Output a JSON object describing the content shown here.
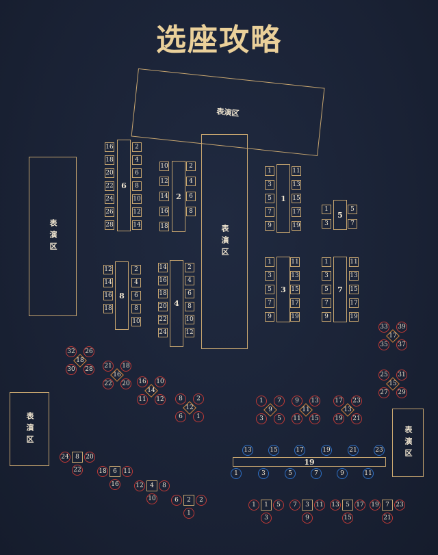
{
  "title": "选座攻略",
  "colors": {
    "background": "#1a2235",
    "gold": "#c9a770",
    "title": "#ead09a",
    "red_ring": "#c23a36",
    "blue_ring": "#2f72c8",
    "diamond": "#d8883a"
  },
  "stages": [
    {
      "label": "表演区"
    },
    {
      "label": "表演区"
    },
    {
      "label": "表演区"
    },
    {
      "label": "表演区"
    },
    {
      "label": "表演区"
    }
  ],
  "long_tables": [
    {
      "label": "6",
      "left": [
        "16",
        "18",
        "20",
        "22",
        "24",
        "26",
        "28"
      ],
      "right": [
        "2",
        "4",
        "6",
        "8",
        "10",
        "12",
        "14"
      ]
    },
    {
      "label": "2",
      "left": [
        "10",
        "12",
        "14",
        "16",
        "18"
      ],
      "right": [
        "2",
        "4",
        "6",
        "8"
      ]
    },
    {
      "label": "8",
      "left": [
        "12",
        "14",
        "16",
        "18"
      ],
      "right": [
        "2",
        "4",
        "6",
        "8",
        "10"
      ]
    },
    {
      "label": "4",
      "left": [
        "14",
        "16",
        "18",
        "20",
        "22",
        "24"
      ],
      "right": [
        "2",
        "4",
        "6",
        "8",
        "10",
        "12"
      ]
    },
    {
      "label": "1",
      "left": [
        "1",
        "3",
        "5",
        "7",
        "9"
      ],
      "right": [
        "11",
        "13",
        "15",
        "17",
        "19"
      ]
    },
    {
      "label": "5",
      "left": [
        "1",
        "3"
      ],
      "right": [
        "5",
        "7"
      ]
    },
    {
      "label": "3",
      "left": [
        "1",
        "3",
        "5",
        "7",
        "9"
      ],
      "right": [
        "11",
        "13",
        "15",
        "17",
        "19"
      ]
    },
    {
      "label": "7",
      "left": [
        "1",
        "3",
        "5",
        "7",
        "9"
      ],
      "right": [
        "11",
        "13",
        "15",
        "17",
        "19"
      ]
    }
  ],
  "diamond_tables": [
    {
      "label": "18",
      "tl": "32",
      "tr": "26",
      "bl": "30",
      "br": "28"
    },
    {
      "label": "16",
      "tl": "21",
      "tr": "18",
      "bl": "22",
      "br": "20"
    },
    {
      "label": "14",
      "tl": "16",
      "tr": "10",
      "bl": "11",
      "br": "12"
    },
    {
      "label": "12",
      "tl": "8",
      "tr": "2",
      "bl": "6",
      "br": "1"
    },
    {
      "label": "17",
      "tl": "33",
      "tr": "39",
      "bl": "35",
      "br": "37"
    },
    {
      "label": "15",
      "tl": "25",
      "tr": "31",
      "bl": "27",
      "br": "29"
    },
    {
      "label": "9",
      "tl": "1",
      "tr": "7",
      "bl": "3",
      "br": "5"
    },
    {
      "label": "11",
      "tl": "9",
      "tr": "13",
      "bl": "11",
      "br": "15"
    },
    {
      "label": "13",
      "tl": "17",
      "tr": "23",
      "bl": "19",
      "br": "21"
    }
  ],
  "bar_19": {
    "label": "19",
    "top": [
      "13",
      "15",
      "17",
      "19",
      "21",
      "23"
    ],
    "bottom": [
      "1",
      "3",
      "5",
      "7",
      "9",
      "11"
    ]
  },
  "square_tables": [
    {
      "label": "8",
      "left": "24",
      "right": "20",
      "bottom": "22"
    },
    {
      "label": "6",
      "left": "18",
      "right": "11",
      "bottom": "16"
    },
    {
      "label": "4",
      "left": "12",
      "right": "8",
      "bottom": "10"
    },
    {
      "label": "2",
      "left": "6",
      "right": "2",
      "bottom": "1"
    },
    {
      "label": "1",
      "left": "1",
      "right": "5",
      "bottom": "3"
    },
    {
      "label": "3",
      "left": "7",
      "right": "11",
      "bottom": "9"
    },
    {
      "label": "5",
      "left": "13",
      "right": "17",
      "bottom": "15"
    },
    {
      "label": "7",
      "left": "19",
      "right": "23",
      "bottom": "21"
    }
  ]
}
